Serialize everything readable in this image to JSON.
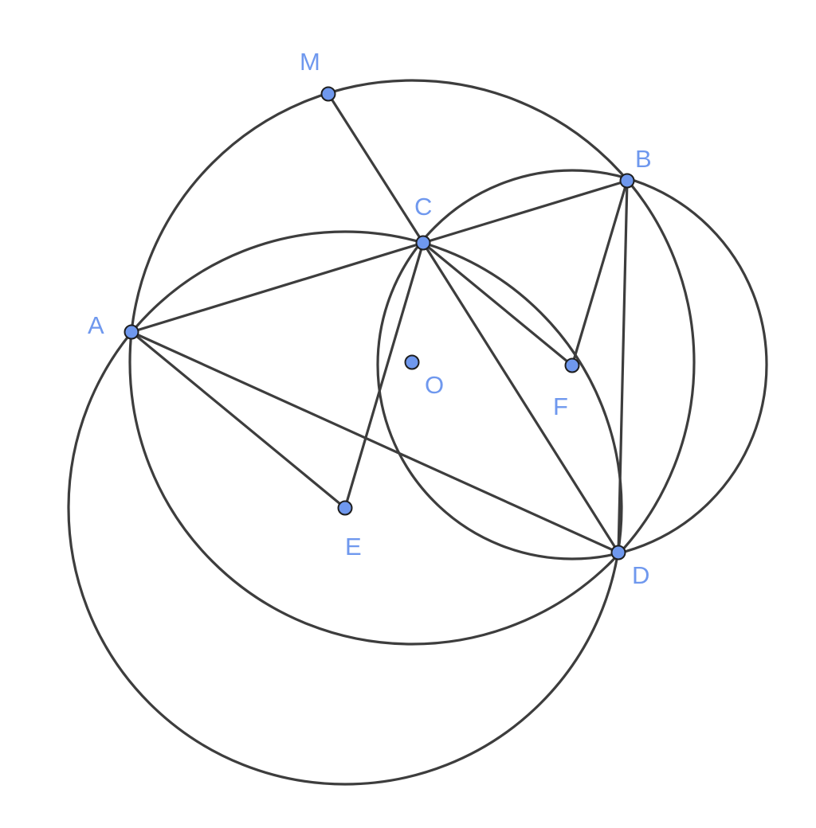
{
  "figure": {
    "colors": {
      "line": "#3d3d3d",
      "point_fill": "#6f98ee",
      "point_outline": "#1e1e1e",
      "label": "#6f98ee",
      "background": "#ffffff"
    },
    "points": {
      "M": "M",
      "B": "B",
      "C": "C",
      "A": "A",
      "O": "O",
      "F": "F",
      "E": "E",
      "D": "D"
    }
  }
}
